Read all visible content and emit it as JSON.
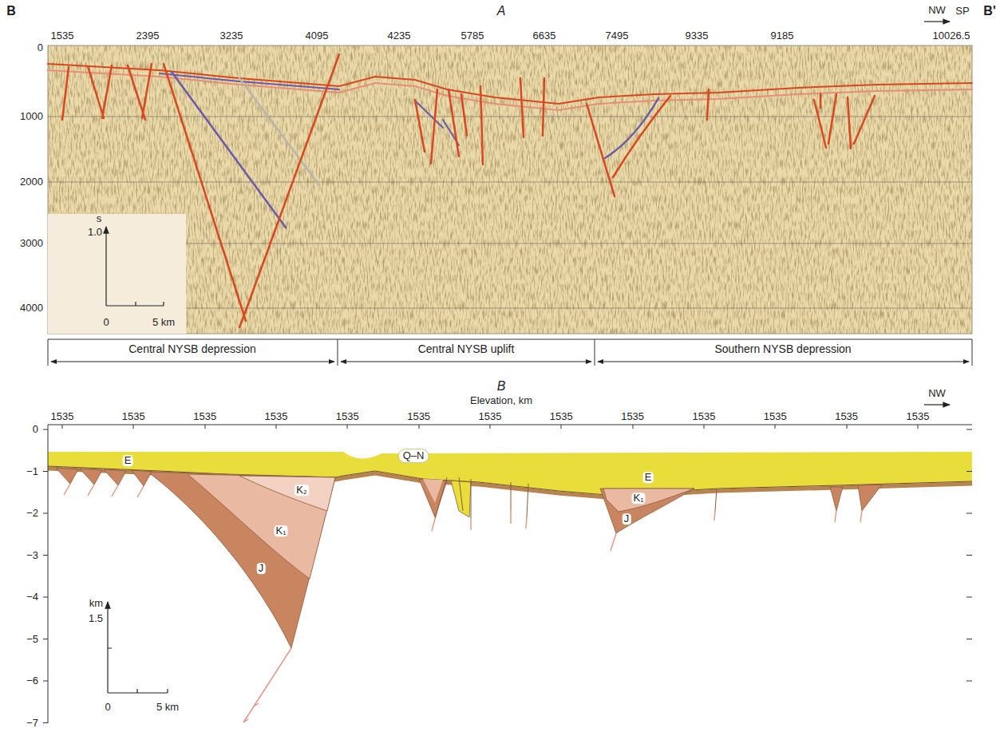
{
  "diagram": {
    "labels": [
      "B",
      "A",
      "NW",
      "SP",
      "B'",
      "1535",
      "2395",
      "3235",
      "4095",
      "4235",
      "5785",
      "6635",
      "7495",
      "9335",
      "9185",
      "10026.5",
      "0",
      "1000",
      "2000",
      "3000",
      "4000",
      "s",
      "1.0",
      "0",
      "5 km",
      "Central NYSB depression",
      "Central NYSB uplift",
      "Southern NYSB depression",
      "B",
      "Elevation, km",
      "NW",
      "1535",
      "1535",
      "1535",
      "1535",
      "1535",
      "1535",
      "1535",
      "1535",
      "1535",
      "1535",
      "1535",
      "1535",
      "1535",
      "0",
      "−1",
      "−2",
      "−3",
      "−4",
      "−5",
      "−6",
      "−7",
      "km",
      "1.5",
      "0",
      "5 km",
      "E",
      "K₂",
      "K₁",
      "J",
      "Q–N",
      "E",
      "K₁",
      "J"
    ]
  }
}
